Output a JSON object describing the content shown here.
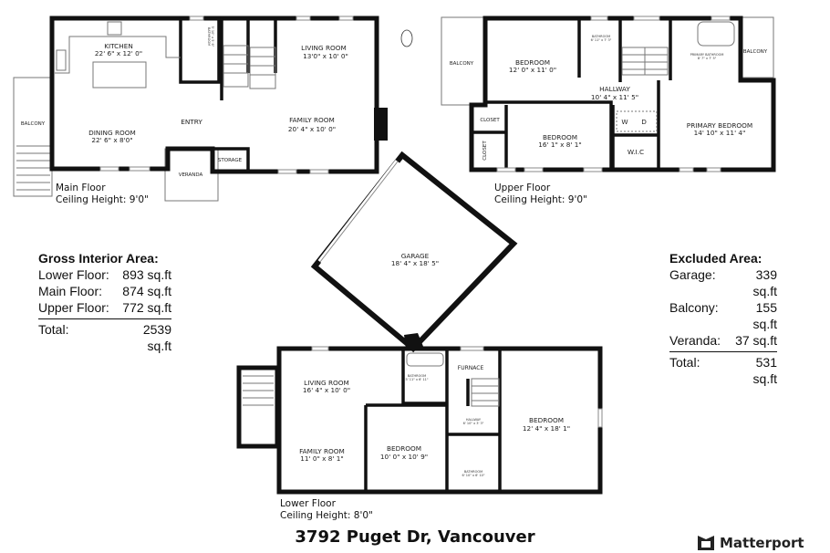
{
  "address": "3792 Puget Dr, Vancouver",
  "logo": {
    "text": "Matterport",
    "icon": "matterport-logo-icon"
  },
  "compass": {
    "icon": "north-arrow-icon"
  },
  "main_floor": {
    "label": "Main Floor",
    "ceiling": "Ceiling Height: 9'0\"",
    "rooms": [
      {
        "name": "KITCHEN",
        "dims": "22' 6\" x 12' 0\""
      },
      {
        "name": "DINING ROOM",
        "dims": "22' 6\" x 8'0\""
      },
      {
        "name": "LIVING ROOM",
        "dims": "13'0\" x 10' 0\""
      },
      {
        "name": "FAMILY ROOM",
        "dims": "20' 4\" x 10' 0\""
      },
      {
        "name": "BATHROOM",
        "dims": "5' 10\" x 5' 6\""
      },
      {
        "name": "ENTRY",
        "dims": ""
      },
      {
        "name": "STORAGE",
        "dims": ""
      },
      {
        "name": "VERANDA",
        "dims": ""
      },
      {
        "name": "BALCONY",
        "dims": ""
      }
    ]
  },
  "upper_floor": {
    "label": "Upper Floor",
    "ceiling": "Ceiling Height: 9'0\"",
    "rooms": [
      {
        "name": "BEDROOM",
        "dims": "12' 0\" x 11' 0\""
      },
      {
        "name": "BATHROOM",
        "dims": "6' 11\" x 7' 3\""
      },
      {
        "name": "PRIMARY BATHROOM",
        "dims": "8' 7\" x 7' 5\""
      },
      {
        "name": "HALLWAY",
        "dims": "10' 4\" x 11' 5\""
      },
      {
        "name": "BEDROOM",
        "dims": "16' 1\" x 8' 1\""
      },
      {
        "name": "PRIMARY BEDROOM",
        "dims": "14' 10\" x 11' 4\""
      },
      {
        "name": "W.I.C",
        "dims": ""
      },
      {
        "name": "CLOSET",
        "dims": ""
      },
      {
        "name": "CLOSET",
        "dims": ""
      },
      {
        "name": "BALCONY",
        "dims": ""
      },
      {
        "name": "BALCONY",
        "dims": ""
      },
      {
        "name": "W",
        "dims": ""
      },
      {
        "name": "D",
        "dims": ""
      }
    ]
  },
  "garage": {
    "name": "GARAGE",
    "dims": "18' 4\" x 18' 5\""
  },
  "lower_floor": {
    "label": "Lower Floor",
    "ceiling": "Ceiling Height: 8'0\"",
    "rooms": [
      {
        "name": "LIVING ROOM",
        "dims": "16' 4\" x 10' 0\""
      },
      {
        "name": "FAMILY ROOM",
        "dims": "11' 0\" x 8' 1\""
      },
      {
        "name": "BEDROOM",
        "dims": "10' 0\" x 10' 9\""
      },
      {
        "name": "BEDROOM",
        "dims": "12' 4\" x 18' 1\""
      },
      {
        "name": "FURNACE",
        "dims": ""
      },
      {
        "name": "BATHROOM",
        "dims": "5' 11\" x 6' 11\""
      },
      {
        "name": "HALLWAY",
        "dims": "6' 10\" x 3' 3\""
      },
      {
        "name": "BATHROOM",
        "dims": "6' 10\" x 6' 10\""
      }
    ]
  },
  "gross_area": {
    "title": "Gross Interior Area:",
    "rows": [
      {
        "label": "Lower Floor:",
        "value": "893 sq.ft"
      },
      {
        "label": "Main Floor:",
        "value": "874 sq.ft"
      },
      {
        "label": "Upper Floor:",
        "value": "772 sq.ft"
      }
    ],
    "total_label": "Total:",
    "total_value": "2539 sq.ft"
  },
  "excluded_area": {
    "title": "Excluded Area:",
    "rows": [
      {
        "label": "Garage:",
        "value": "339 sq.ft"
      },
      {
        "label": "Balcony:",
        "value": "155 sq.ft"
      },
      {
        "label": "Veranda:",
        "value": "37 sq.ft"
      }
    ],
    "total_label": "Total:",
    "total_value": "531 sq.ft"
  }
}
